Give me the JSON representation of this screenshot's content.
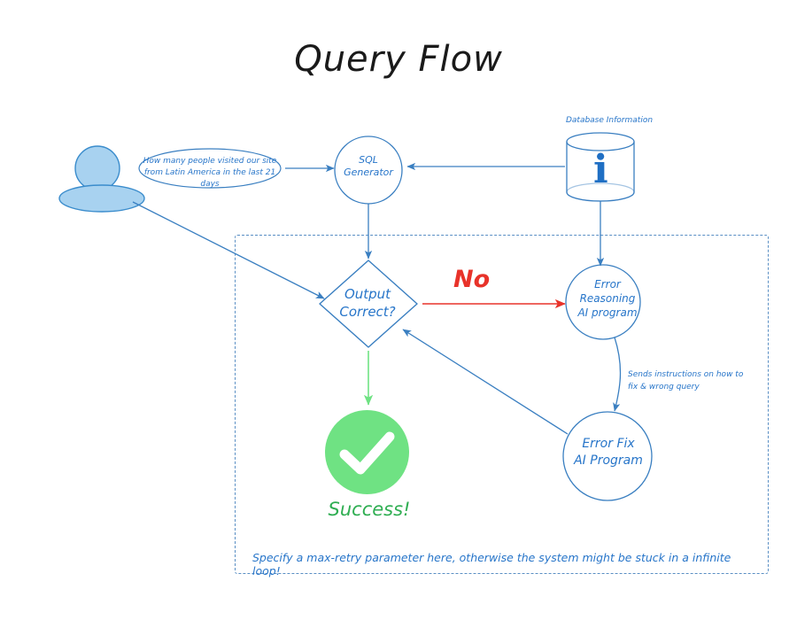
{
  "title": "Query Flow",
  "colors": {
    "stroke_blue": "#3a7fc1",
    "text_blue": "#2775c9",
    "avatar_fill": "#a8d2f0",
    "avatar_stroke": "#3a8ccc",
    "red": "#e8332a",
    "green": "#6fe283",
    "success_text": "#2fae52",
    "dashed_border": "#5a8fc4",
    "title_black": "#1a1a1a"
  },
  "user": {
    "name": "user-avatar",
    "query": "How many people visited our site from Latin America in the last 21 days"
  },
  "nodes": {
    "sql_generator": "SQL Generator",
    "database_label": "Database Information",
    "database_glyph": "i",
    "decision": "Output Correct?",
    "error_reasoning": "Error Reasoning AI program",
    "error_fix": "Error Fix AI Program",
    "success": "Success!"
  },
  "labels": {
    "no": "No",
    "sends_instructions": "Sends instructions on how to fix & wrong query",
    "footer": "Specify a max-retry parameter here, otherwise the system might be stuck in a infinite loop!"
  },
  "diagram_lines": {
    "query_line1": "How many people visited our site",
    "query_line2": "from Latin America in the last 21 days",
    "sql_line1": "SQL",
    "sql_line2": "Generator",
    "decision_line1": "Output",
    "decision_line2": "Correct?",
    "error_reasoning_line1": "Error",
    "error_reasoning_line2": "Reasoning",
    "error_reasoning_line3": "AI program",
    "error_fix_line1": "Error Fix",
    "error_fix_line2": "AI Program",
    "sends_line1": "Sends instructions on how to",
    "sends_line2": "fix & wrong query"
  }
}
